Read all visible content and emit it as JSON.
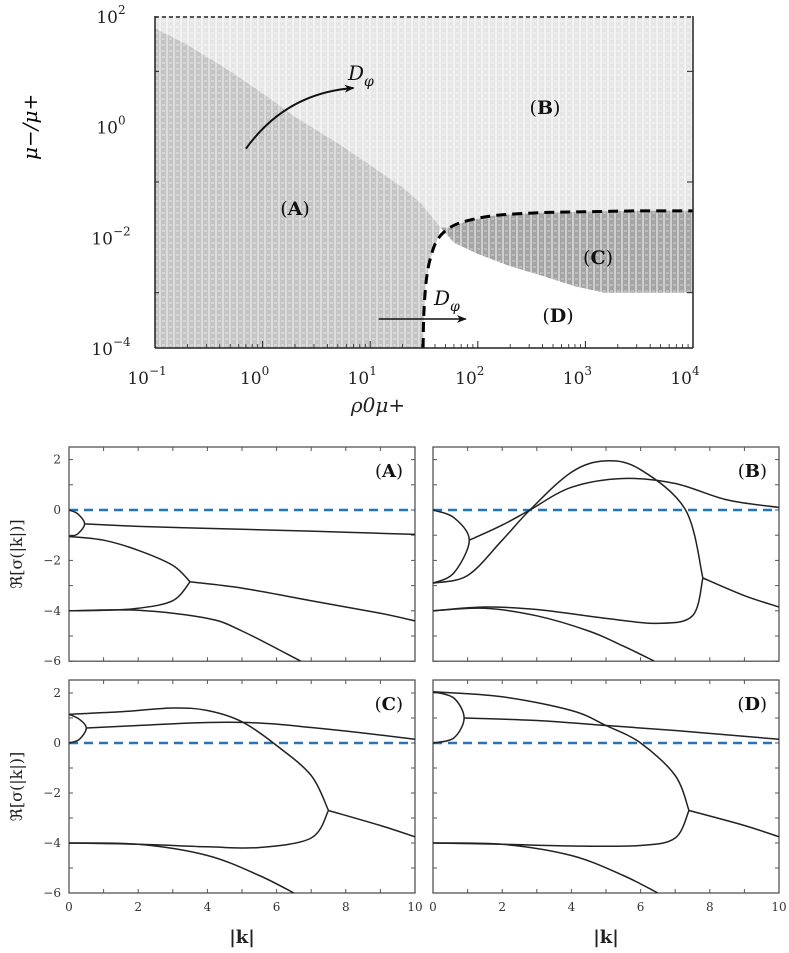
{
  "chart_data": [
    {
      "type": "heatmap",
      "title": "",
      "xlabel": "ρ0 μ+",
      "ylabel": "μ− / μ+",
      "xscale": "log",
      "yscale": "log",
      "xlim": [
        0.1,
        10000
      ],
      "ylim": [
        0.0001,
        100
      ],
      "x_ticks": [
        "10^-1",
        "10^0",
        "10^1",
        "10^2",
        "10^3",
        "10^4"
      ],
      "y_ticks": [
        "10^-4",
        "10^-2",
        "10^0",
        "10^2"
      ],
      "x_tick_values": [
        0.1,
        1,
        10,
        100,
        1000,
        10000
      ],
      "y_tick_values": [
        0.0001,
        0.01,
        1,
        100
      ],
      "regions": [
        {
          "label": "(A)",
          "description": "medium-gray hatched region, left side",
          "color": "#c8c8c8",
          "label_pos": [
            2,
            0.03
          ]
        },
        {
          "label": "(B)",
          "description": "light-gray hatched region, upper right",
          "color": "#ebebeb",
          "label_pos": [
            300,
            2
          ]
        },
        {
          "label": "(C)",
          "description": "dark-gray hatched region, right middle",
          "color": "#a8a8a8",
          "label_pos": [
            1000,
            0.003
          ]
        },
        {
          "label": "(D)",
          "description": "white region, lower right",
          "color": "#ffffff",
          "label_pos": [
            300,
            0.0003
          ]
        }
      ],
      "boundary_A_B": {
        "x": [
          0.1,
          0.2,
          0.5,
          1,
          2,
          5,
          10,
          20,
          30,
          40,
          45
        ],
        "y": [
          60,
          30,
          10,
          4,
          1.5,
          0.5,
          0.2,
          0.08,
          0.04,
          0.02,
          0.015
        ]
      },
      "boundary_dashed": {
        "style": "dashed",
        "x": [
          31,
          31.5,
          33,
          36,
          42,
          55,
          80,
          150,
          400,
          1000,
          3000,
          10000
        ],
        "y": [
          0.0001,
          0.0004,
          0.0015,
          0.004,
          0.009,
          0.015,
          0.02,
          0.025,
          0.028,
          0.029,
          0.03,
          0.03
        ]
      },
      "boundary_C_D": {
        "x": [
          45,
          60,
          100,
          200,
          400,
          800,
          1500,
          3000,
          10000
        ],
        "y": [
          0.015,
          0.008,
          0.005,
          0.003,
          0.002,
          0.0013,
          0.001,
          0.001,
          0.001
        ]
      },
      "top_dashed_line": {
        "y": 100,
        "style": "dashed"
      },
      "annotations": [
        {
          "text": "Dφ",
          "arrow": "curved",
          "from": [
            0.7,
            0.4
          ],
          "to": [
            7,
            5
          ],
          "label_at": [
            8,
            7
          ]
        },
        {
          "text": "Dφ",
          "arrow": "straight",
          "from": [
            12,
            0.0003
          ],
          "to": [
            100,
            0.0003
          ],
          "label_at": [
            25,
            0.0006
          ]
        }
      ]
    },
    {
      "type": "line",
      "panel": "(A)",
      "xlabel": "",
      "ylabel": "ℜ[σ(|k|)]",
      "xlim": [
        0,
        10
      ],
      "ylim": [
        -6,
        2.5
      ],
      "y_ticks": [
        2,
        0,
        -2,
        -4,
        -6
      ],
      "reference_line": {
        "y": 0,
        "style": "dashed",
        "color": "#1f77c4"
      },
      "series": [
        {
          "name": "bubble",
          "x": [
            0,
            0.25,
            0.45,
            0.25,
            0
          ],
          "y": [
            0,
            -0.15,
            -0.55,
            -0.95,
            -1.05
          ]
        },
        {
          "name": "branch1",
          "x": [
            0.45,
            2,
            4,
            6,
            8,
            10
          ],
          "y": [
            -0.55,
            -0.65,
            -0.73,
            -0.8,
            -0.88,
            -0.97
          ]
        },
        {
          "name": "loop_upper",
          "x": [
            0,
            1,
            2,
            3,
            3.5
          ],
          "y": [
            -1.05,
            -1.2,
            -1.6,
            -2.2,
            -2.85
          ]
        },
        {
          "name": "loop_lower",
          "x": [
            0,
            1,
            2,
            3,
            3.5
          ],
          "y": [
            -4.0,
            -3.98,
            -3.9,
            -3.6,
            -2.85
          ]
        },
        {
          "name": "branch2",
          "x": [
            3.5,
            5,
            7,
            9,
            10
          ],
          "y": [
            -2.85,
            -3.1,
            -3.6,
            -4.1,
            -4.4
          ]
        },
        {
          "name": "branch3",
          "x": [
            0,
            2,
            4,
            5,
            6.7
          ],
          "y": [
            -4.0,
            -3.98,
            -4.3,
            -4.8,
            -6.0
          ]
        }
      ]
    },
    {
      "type": "line",
      "panel": "(B)",
      "xlabel": "",
      "ylabel": "",
      "xlim": [
        0,
        10
      ],
      "ylim": [
        -6,
        2.5
      ],
      "reference_line": {
        "y": 0,
        "style": "dashed",
        "color": "#1f77c4"
      },
      "series": [
        {
          "name": "bubble",
          "x": [
            0,
            0.6,
            1.05,
            0.6,
            0
          ],
          "y": [
            0,
            -0.3,
            -1.2,
            -2.5,
            -2.9
          ]
        },
        {
          "name": "branch_a",
          "x": [
            1.05,
            2,
            2.8,
            4,
            5.5,
            7,
            8.5,
            10
          ],
          "y": [
            -1.2,
            -0.6,
            0,
            0.9,
            1.25,
            1.05,
            0.4,
            0.1
          ]
        },
        {
          "name": "branch_b",
          "x": [
            0,
            1,
            2,
            2.8,
            4,
            5,
            6,
            7.3,
            7.8
          ],
          "y": [
            -2.9,
            -2.6,
            -1.2,
            0,
            1.5,
            1.95,
            1.6,
            0,
            -2.7
          ]
        },
        {
          "name": "loop_lower",
          "x": [
            0,
            1.5,
            3,
            5,
            6.5,
            7.5,
            7.8
          ],
          "y": [
            -4.0,
            -3.85,
            -3.95,
            -4.3,
            -4.5,
            -4.2,
            -2.7
          ]
        },
        {
          "name": "tail",
          "x": [
            7.8,
            9,
            10
          ],
          "y": [
            -2.7,
            -3.4,
            -3.85
          ]
        },
        {
          "name": "branch3",
          "x": [
            0,
            1.5,
            3,
            4.5,
            5.5,
            6.4
          ],
          "y": [
            -4.0,
            -3.9,
            -4.2,
            -4.8,
            -5.4,
            -6.0
          ]
        }
      ]
    },
    {
      "type": "line",
      "panel": "(C)",
      "xlabel": "|k|",
      "ylabel": "ℜ[σ(|k|)]",
      "xlim": [
        0,
        10
      ],
      "ylim": [
        -6,
        2.5
      ],
      "x_ticks": [
        0,
        2,
        4,
        6,
        8,
        10
      ],
      "y_ticks": [
        2,
        0,
        -2,
        -4,
        -6
      ],
      "reference_line": {
        "y": 0,
        "style": "dashed",
        "color": "#1f77c4"
      },
      "series": [
        {
          "name": "bubble",
          "x": [
            0,
            0.3,
            0.5,
            0.3,
            0
          ],
          "y": [
            1.15,
            0.95,
            0.6,
            0.15,
            0
          ]
        },
        {
          "name": "branch1",
          "x": [
            0.5,
            2,
            4,
            5.5,
            7,
            8.5,
            10
          ],
          "y": [
            0.6,
            0.7,
            0.82,
            0.8,
            0.62,
            0.4,
            0.15
          ]
        },
        {
          "name": "upper_arc",
          "x": [
            0,
            1.5,
            3,
            4,
            5,
            6,
            7,
            7.5
          ],
          "y": [
            1.15,
            1.25,
            1.4,
            1.3,
            0.85,
            -0.1,
            -1.3,
            -2.7
          ]
        },
        {
          "name": "loop_lower",
          "x": [
            0,
            2,
            4,
            5.5,
            7,
            7.5
          ],
          "y": [
            -4.0,
            -4.05,
            -4.15,
            -4.18,
            -3.8,
            -2.7
          ]
        },
        {
          "name": "tail",
          "x": [
            7.5,
            9,
            10
          ],
          "y": [
            -2.7,
            -3.3,
            -3.75
          ]
        },
        {
          "name": "branch3",
          "x": [
            0,
            2,
            4,
            5.5,
            6.5
          ],
          "y": [
            -4.0,
            -4.05,
            -4.5,
            -5.3,
            -6.0
          ]
        }
      ]
    },
    {
      "type": "line",
      "panel": "(D)",
      "xlabel": "|k|",
      "ylabel": "",
      "xlim": [
        0,
        10
      ],
      "ylim": [
        -6,
        2.5
      ],
      "x_ticks": [
        0,
        2,
        4,
        6,
        8,
        10
      ],
      "reference_line": {
        "y": 0,
        "style": "dashed",
        "color": "#1f77c4"
      },
      "series": [
        {
          "name": "bubble",
          "x": [
            0,
            0.6,
            0.9,
            0.6,
            0
          ],
          "y": [
            2.05,
            1.8,
            1.0,
            0.2,
            0
          ]
        },
        {
          "name": "branch1",
          "x": [
            0.9,
            3,
            5,
            7,
            10
          ],
          "y": [
            1.0,
            0.9,
            0.7,
            0.5,
            0.15
          ]
        },
        {
          "name": "upper_arc",
          "x": [
            0,
            2,
            4,
            5,
            6,
            7,
            7.4
          ],
          "y": [
            2.05,
            1.85,
            1.3,
            0.7,
            0,
            -1.3,
            -2.7
          ]
        },
        {
          "name": "loop_lower",
          "x": [
            0,
            2,
            4,
            6,
            7,
            7.4
          ],
          "y": [
            -4.0,
            -4.05,
            -4.12,
            -4.1,
            -3.8,
            -2.7
          ]
        },
        {
          "name": "tail",
          "x": [
            7.4,
            9,
            10
          ],
          "y": [
            -2.7,
            -3.3,
            -3.75
          ]
        },
        {
          "name": "branch3",
          "x": [
            0,
            2,
            4,
            5.5,
            6.5
          ],
          "y": [
            -4.0,
            -4.05,
            -4.5,
            -5.3,
            -6.0
          ]
        }
      ]
    }
  ],
  "labels": {
    "top": {
      "ylabel": "μ−/μ+",
      "xlabel": "ρ0μ+",
      "x_ticks": [
        "10",
        "10",
        "10",
        "10",
        "10",
        "10"
      ],
      "x_tick_exps": [
        "−1",
        "0",
        "1",
        "2",
        "3",
        "4"
      ],
      "y_ticks": [
        "10",
        "10",
        "10",
        "10"
      ],
      "y_tick_exps": [
        "2",
        "0",
        "−2",
        "−4"
      ],
      "region_A": "A",
      "region_B": "B",
      "region_C": "C",
      "region_D": "D",
      "anno_D": "D",
      "anno_sub": "φ"
    },
    "panels": {
      "ylabel": "ℜ[σ(|k|)]",
      "xlabel": "|k|",
      "y_ticks": [
        "2",
        "0",
        "−2",
        "−4",
        "−6"
      ],
      "x_ticks": [
        "0",
        "2",
        "4",
        "6",
        "8",
        "10"
      ],
      "tag_A": "A",
      "tag_B": "B",
      "tag_C": "C",
      "tag_D": "D"
    }
  },
  "colors": {
    "region_A": "#c9c9c9",
    "region_B": "#ececec",
    "region_C": "#a9a9a9",
    "region_D": "#ffffff",
    "reference_line": "#1f77c4",
    "curve": "#222222",
    "axis": "#333333"
  }
}
